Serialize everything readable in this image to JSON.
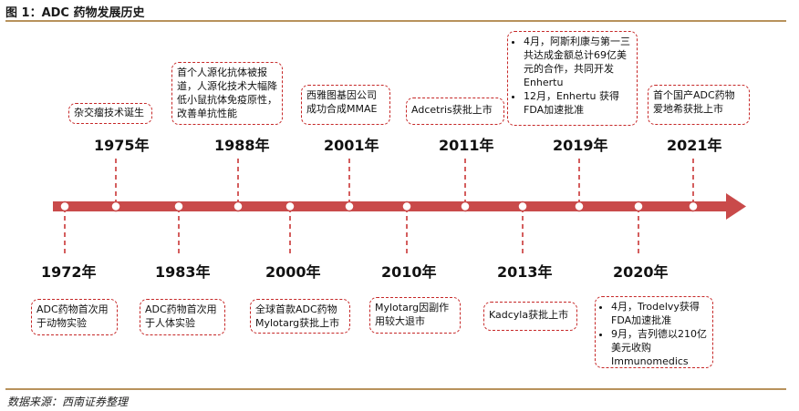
{
  "figure_title": "图 1：ADC 药物发展历史",
  "source": "数据来源：西南证券整理",
  "colors": {
    "axis": "#c94a4a",
    "dash": "#c62828",
    "rule": "#b8925c"
  },
  "events_top": [
    {
      "year": "1975年",
      "text": "杂交瘤技术诞生"
    },
    {
      "year": "1988年",
      "text": "首个人源化抗体被报道，人源化技术大幅降低小鼠抗体免疫原性，改善单抗性能"
    },
    {
      "year": "2001年",
      "text": "西雅图基因公司成功合成MMAE"
    },
    {
      "year": "2011年",
      "text": "Adcetris获批上市"
    },
    {
      "year": "2019年",
      "items": [
        "4月，阿斯利康与第一三共达成金额总计69亿美元的合作，共同开发 Enhertu",
        "12月，Enhertu 获得FDA加速批准"
      ]
    },
    {
      "year": "2021年",
      "text": "首个国产ADC药物爱地希获批上市"
    }
  ],
  "events_bottom": [
    {
      "year": "1972年",
      "text": "ADC药物首次用于动物实验"
    },
    {
      "year": "1983年",
      "text": "ADC药物首次用于人体实验"
    },
    {
      "year": "2000年",
      "text": "全球首款ADC药物Mylotarg获批上市"
    },
    {
      "year": "2010年",
      "text": "Mylotarg因副作用较大退市"
    },
    {
      "year": "2013年",
      "text": "Kadcyla获批上市"
    },
    {
      "year": "2020年",
      "items": [
        "4月，Trodelvy获得FDA加速批准",
        "9月，吉列德以210亿美元收购Immunomedics"
      ]
    }
  ]
}
